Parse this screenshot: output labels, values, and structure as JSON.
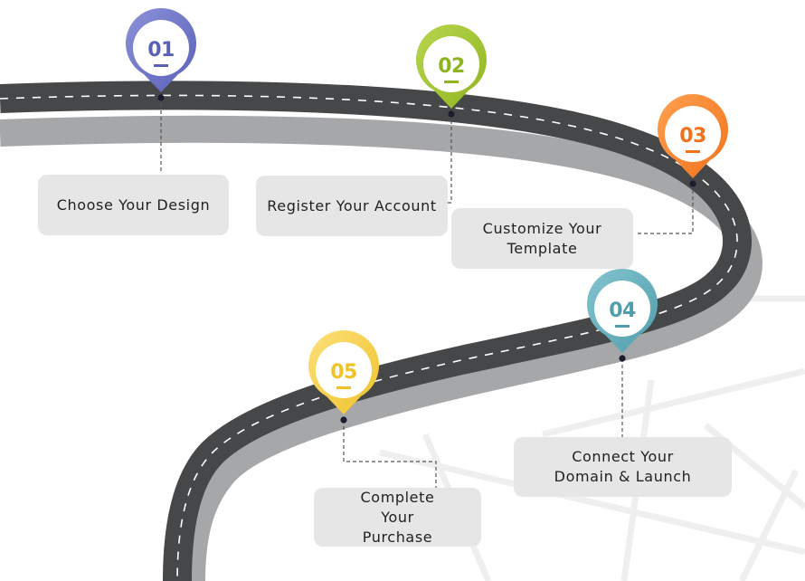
{
  "steps": [
    {
      "number": "01",
      "label": "Choose Your Design",
      "color": "#5a5fb8",
      "color_light": "#8c92d8"
    },
    {
      "number": "02",
      "label": "Register Your Account",
      "color": "#8fb51e",
      "color_light": "#b8d650"
    },
    {
      "number": "03",
      "label": "Customize Your Template",
      "color": "#f2721c",
      "color_light": "#ffa050"
    },
    {
      "number": "04",
      "label": "Connect Your Domain & Launch",
      "color": "#4f9eab",
      "color_light": "#84c4cf"
    },
    {
      "number": "05",
      "label": "Complete Your Purchase",
      "color": "#efc22a",
      "color_light": "#fde07a"
    }
  ],
  "colors": {
    "road": "#464748",
    "road_shadow": "#a6a7a9",
    "road_markings": "#ffffff",
    "box_background": "#e6e6e6",
    "leader_line": "#555555"
  }
}
